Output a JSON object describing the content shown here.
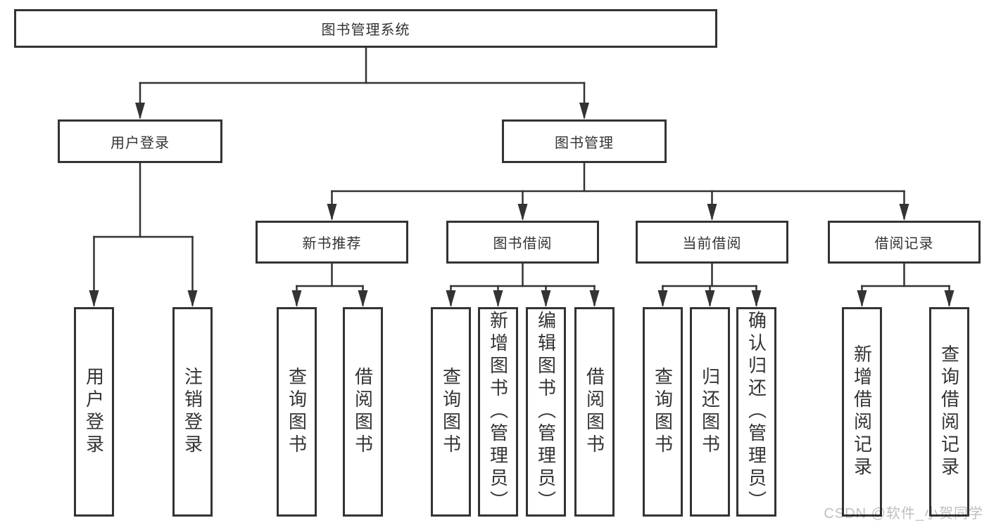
{
  "tree": {
    "root": {
      "label": "图书管理系统"
    },
    "level2": [
      {
        "label": "用户登录"
      },
      {
        "label": "图书管理"
      }
    ],
    "level3": [
      {
        "label": "新书推荐"
      },
      {
        "label": "图书借阅"
      },
      {
        "label": "当前借阅"
      },
      {
        "label": "借阅记录"
      }
    ],
    "leaves": {
      "user_login": [
        "用户登录",
        "注销登录"
      ],
      "new_book_recommendation": [
        "查询图书",
        "借阅图书"
      ],
      "book_borrowing": [
        "查询图书",
        "新增图书（管理员）",
        "编辑图书（管理员）",
        "借阅图书"
      ],
      "current_borrowing": [
        "查询图书",
        "归还图书",
        "确认归还（管理员）"
      ],
      "borrowing_records": [
        "新增借阅记录",
        "查询借阅记录"
      ]
    }
  },
  "watermark": "CSDN @软件_小贺同学",
  "colors": {
    "line": "#333333",
    "box_border": "#333333",
    "box_fill": "#ffffff",
    "text": "#333333",
    "watermark": "#bfbfbf",
    "background": "#ffffff"
  }
}
